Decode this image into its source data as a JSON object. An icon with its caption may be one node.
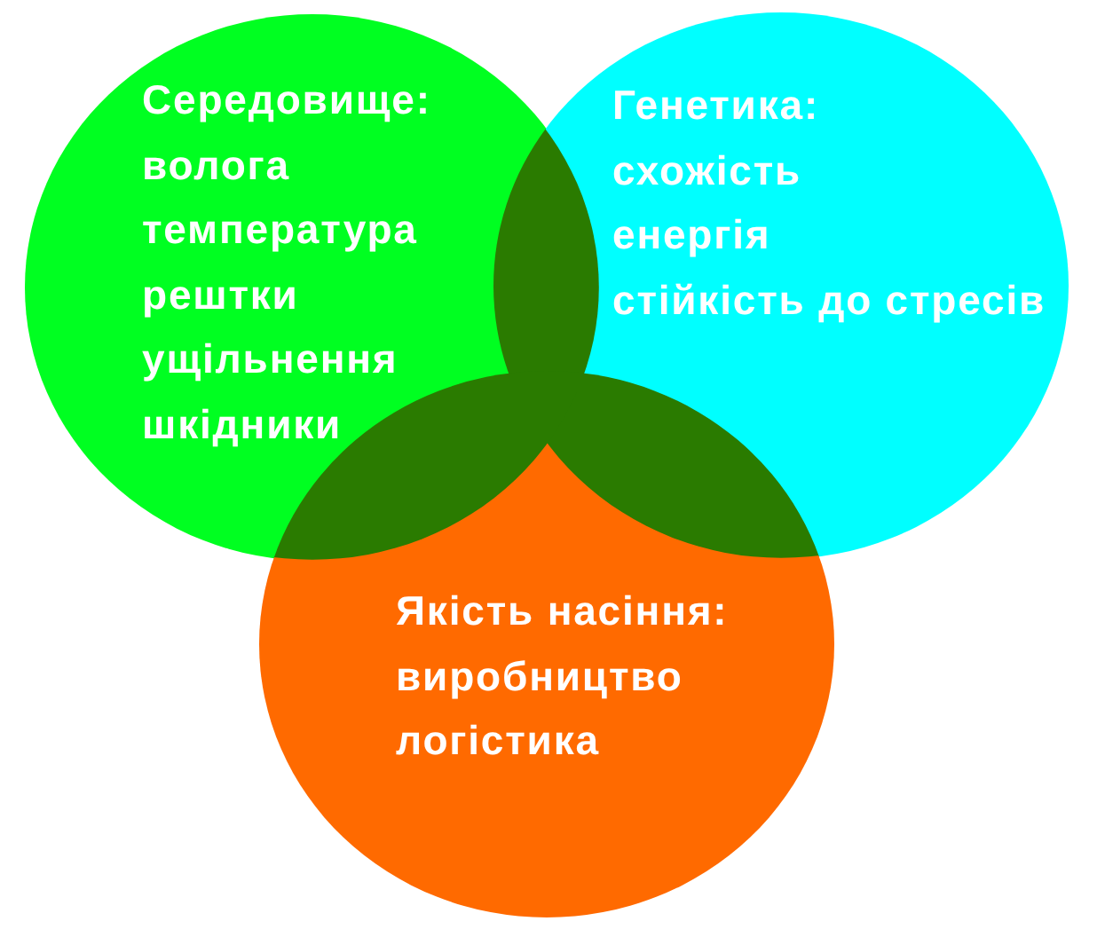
{
  "diagram": {
    "nodes": [
      {
        "text": [
          "Середовище:",
          "волога",
          "температура",
          "рештки",
          "ущільнення",
          "шкідники"
        ]
      },
      {
        "text": [
          "Генетика:",
          "схожість",
          "енергія",
          "стійкість до стресів"
        ]
      },
      {
        "text": [
          "Якість насіння:",
          "виробництво",
          "логістика"
        ]
      }
    ]
  }
}
